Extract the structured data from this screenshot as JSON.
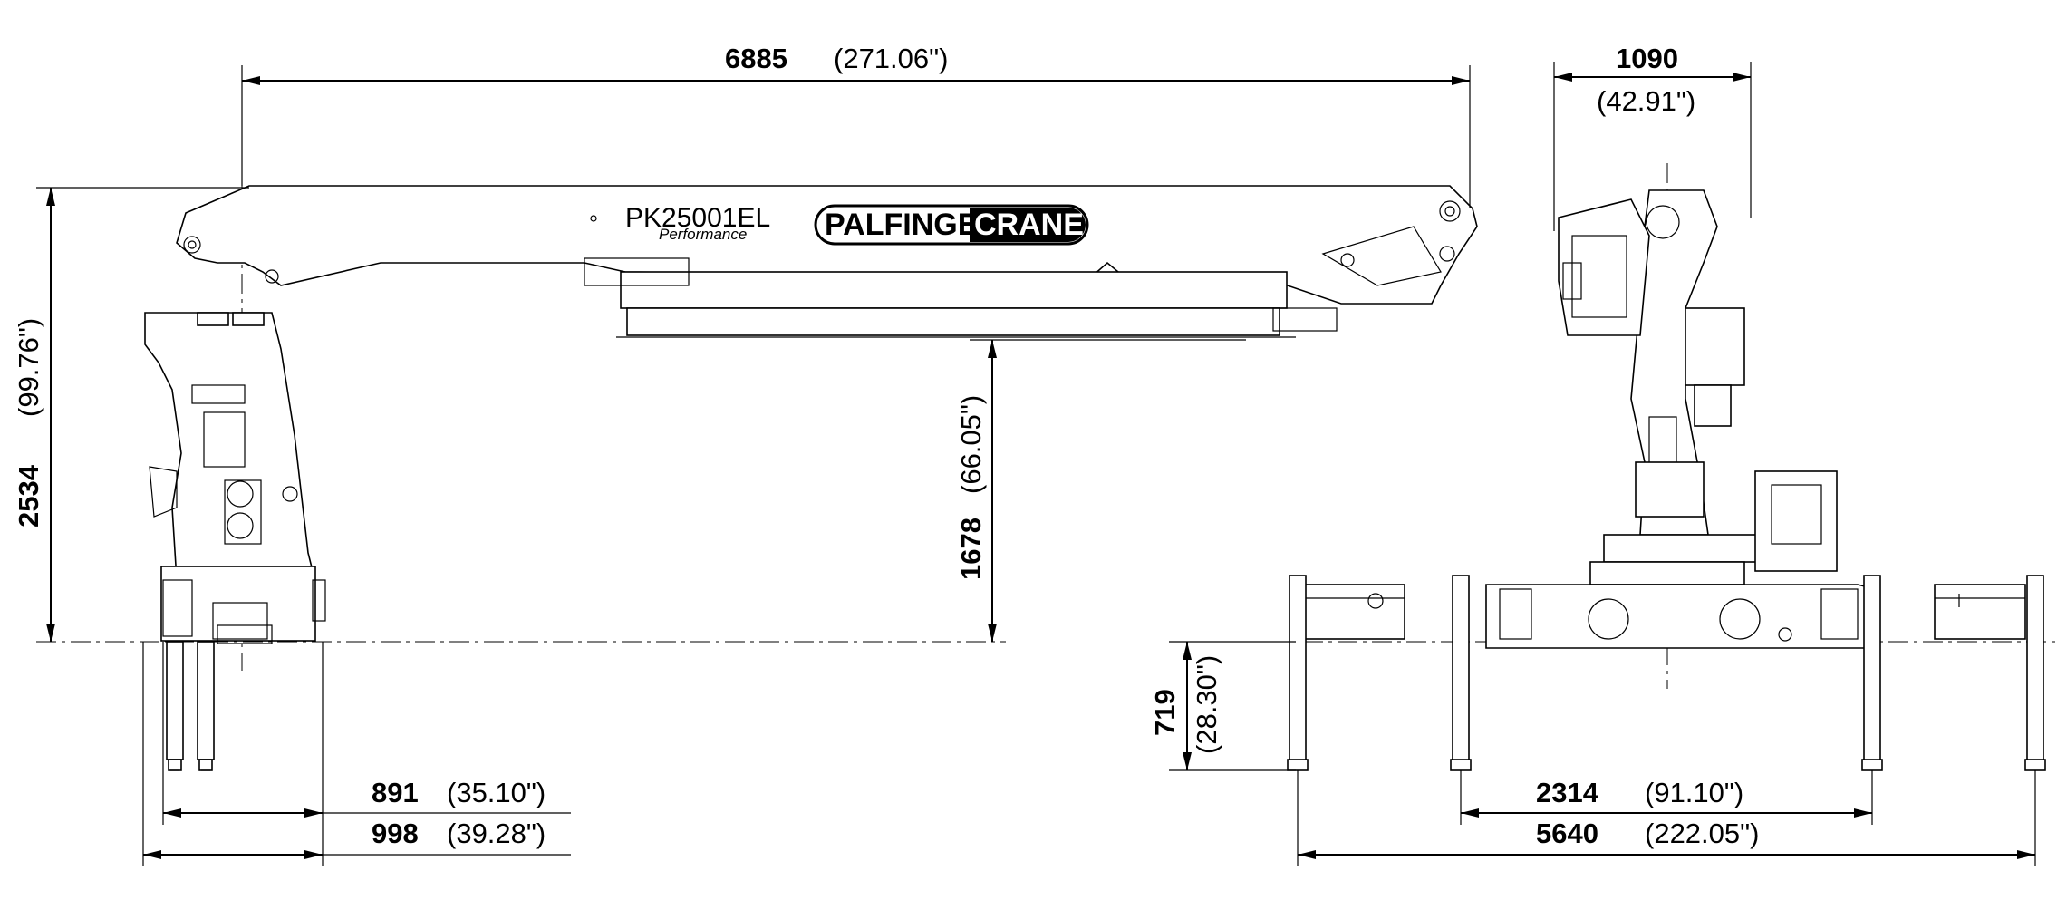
{
  "drawing": {
    "model": "PK25001EL",
    "model_sub": "Performance",
    "brand_left": "PALFINGER",
    "brand_right": "CRANE"
  },
  "dimensions": {
    "overall_length": {
      "mm": "6885",
      "in": "(271.06\")"
    },
    "width": {
      "mm": "1090",
      "in": "(42.91\")"
    },
    "height": {
      "mm": "2534",
      "in": "(99.76\")"
    },
    "boom_underside": {
      "mm": "1678",
      "in": "(66.05\")"
    },
    "base_width_a": {
      "mm": "891",
      "in": "(35.10\")"
    },
    "base_width_b": {
      "mm": "998",
      "in": "(39.28\")"
    },
    "mount_height": {
      "mm": "719",
      "in": "(28.30\")"
    },
    "outrigger_retracted": {
      "mm": "2314",
      "in": "(91.10\")"
    },
    "outrigger_extended": {
      "mm": "5640",
      "in": "(222.05\")"
    }
  },
  "colors": {
    "line": "#000000",
    "background": "#ffffff",
    "logo_fill": "#000000"
  }
}
